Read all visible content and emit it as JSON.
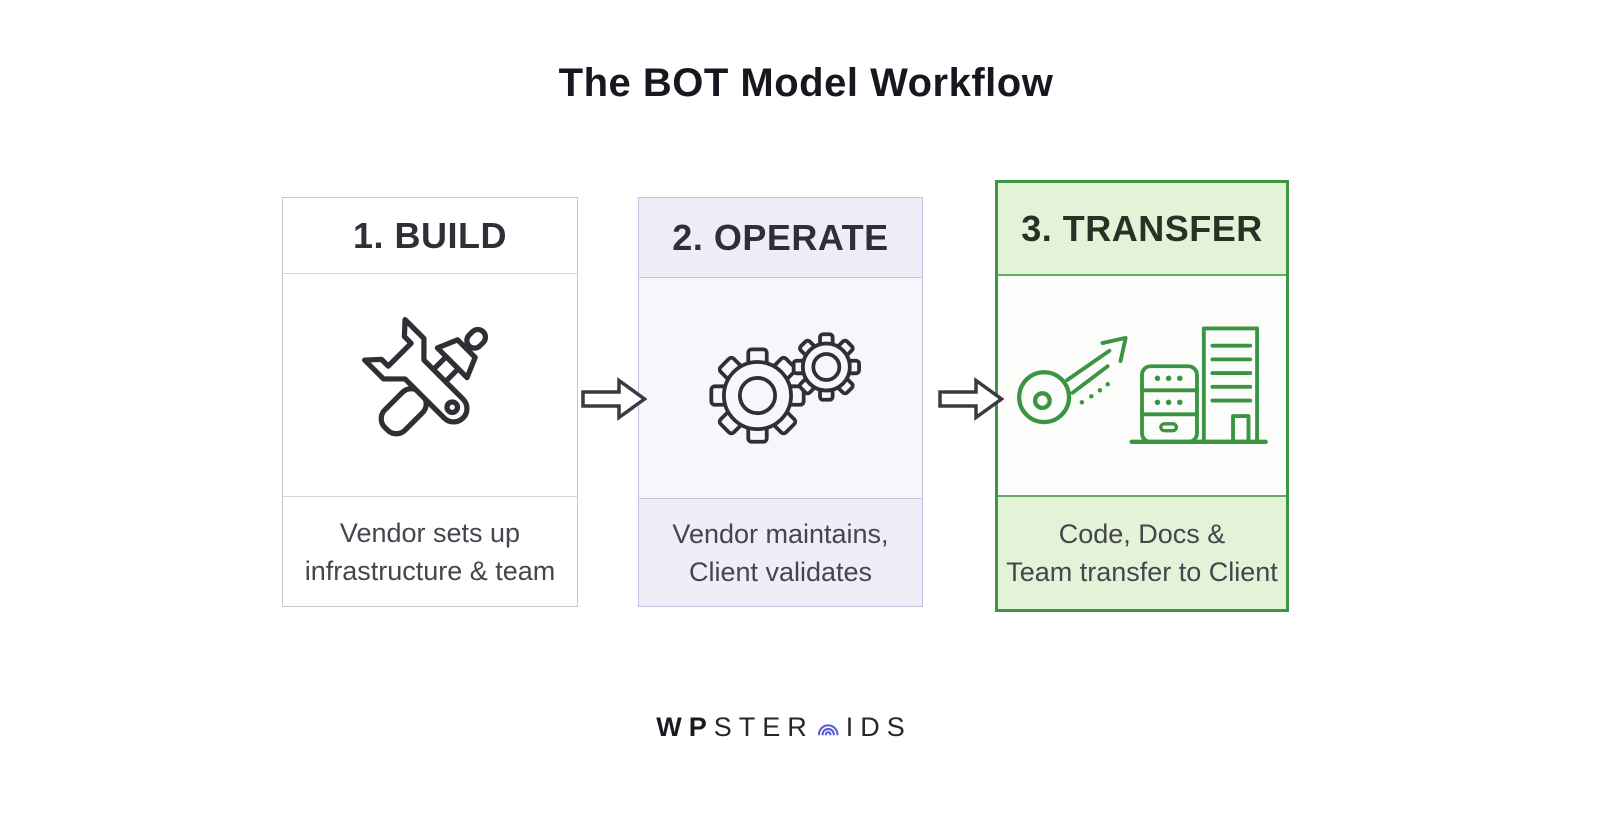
{
  "title": "The BOT Model Workflow",
  "steps": [
    {
      "header": "1. BUILD",
      "icon": "wrench-screwdriver-icon",
      "caption_lines": [
        "Vendor sets up",
        "infrastructure & team"
      ]
    },
    {
      "header": "2. OPERATE",
      "icon": "gears-icon",
      "caption_lines": [
        "Vendor maintains,",
        "Client validates"
      ]
    },
    {
      "header": "3. TRANSFER",
      "icon": "key-handover-icon",
      "caption_lines": [
        "Code, Docs &",
        "Team transfer to Client"
      ]
    }
  ],
  "arrows": [
    "flow-arrow-icon",
    "flow-arrow-icon"
  ],
  "logo": {
    "prefix": "WP",
    "mid": "STER",
    "suffix": "IDS",
    "o_icon": "concentric-arcs-icon"
  },
  "colors": {
    "title_text": "#17171f",
    "box_dark_text": "#2f2f37",
    "caption_text": "#45454e",
    "box1_border": "#c7c7cb",
    "box1_divider": "#d7d7da",
    "box2_border": "#c6c2e3",
    "box2_header_bg": "#efedf8",
    "box2_body_bg": "#f7f6fc",
    "box2_divider": "#c9c5e2",
    "box3_border": "#3e9544",
    "box3_header_bg": "#e3f3d8",
    "box3_body_bg": "#fcfdfa",
    "box3_divider": "#66a968",
    "box3_header_text": "#263226",
    "green_icon": "#3b9441",
    "dark_icon": "#2f2f36",
    "arrow_stroke": "#3a3a40",
    "logo_text": "#1a1a20",
    "logo_blue": "#5b5ed8"
  }
}
